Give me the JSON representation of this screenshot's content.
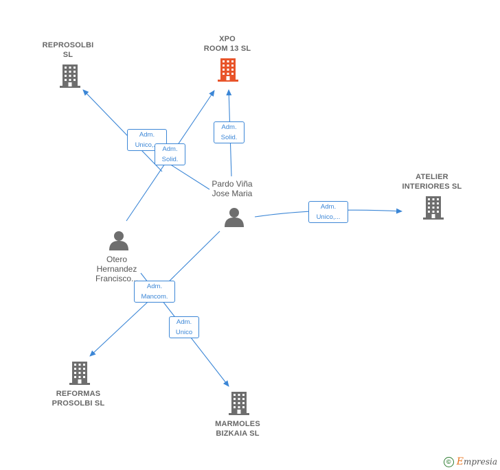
{
  "nodes": {
    "reprosolbi": {
      "line1": "REPROSOLBI",
      "line2": "SL"
    },
    "xpo_room": {
      "line1": "XPO",
      "line2": "ROOM 13  SL"
    },
    "atelier": {
      "line1": "ATELIER",
      "line2": "INTERIORES SL"
    },
    "reformas": {
      "line1": "REFORMAS",
      "line2": "PROSOLBI SL"
    },
    "marmoles": {
      "line1": "MARMOLES",
      "line2": "BIZKAIA  SL"
    },
    "pardo": {
      "line1": "Pardo Viña",
      "line2": "Jose Maria"
    },
    "otero": {
      "line1": "Otero",
      "line2": "Hernandez",
      "line3": "Francisco..."
    }
  },
  "edges": {
    "otero_reprosolbi": {
      "line1": "Adm.",
      "line2": "Unico,..."
    },
    "pardo_xpo_left": {
      "line1": "Adm.",
      "line2": "Solid."
    },
    "pardo_xpo_right": {
      "line1": "Adm.",
      "line2": "Solid."
    },
    "pardo_atelier": {
      "line1": "Adm.",
      "line2": "Unico,..."
    },
    "pardo_reformas": {
      "line1": "Adm.",
      "line2": "Mancom."
    },
    "otero_marmoles": {
      "line1": "Adm.",
      "line2": "Unico"
    }
  },
  "colors": {
    "edge": "#3b86d6",
    "building": "#6e6e6e",
    "focus_building": "#e8542a",
    "person": "#6e6e6e"
  },
  "brand": {
    "copyright": "©",
    "name_initial": "E",
    "name_rest": "mpresia"
  }
}
